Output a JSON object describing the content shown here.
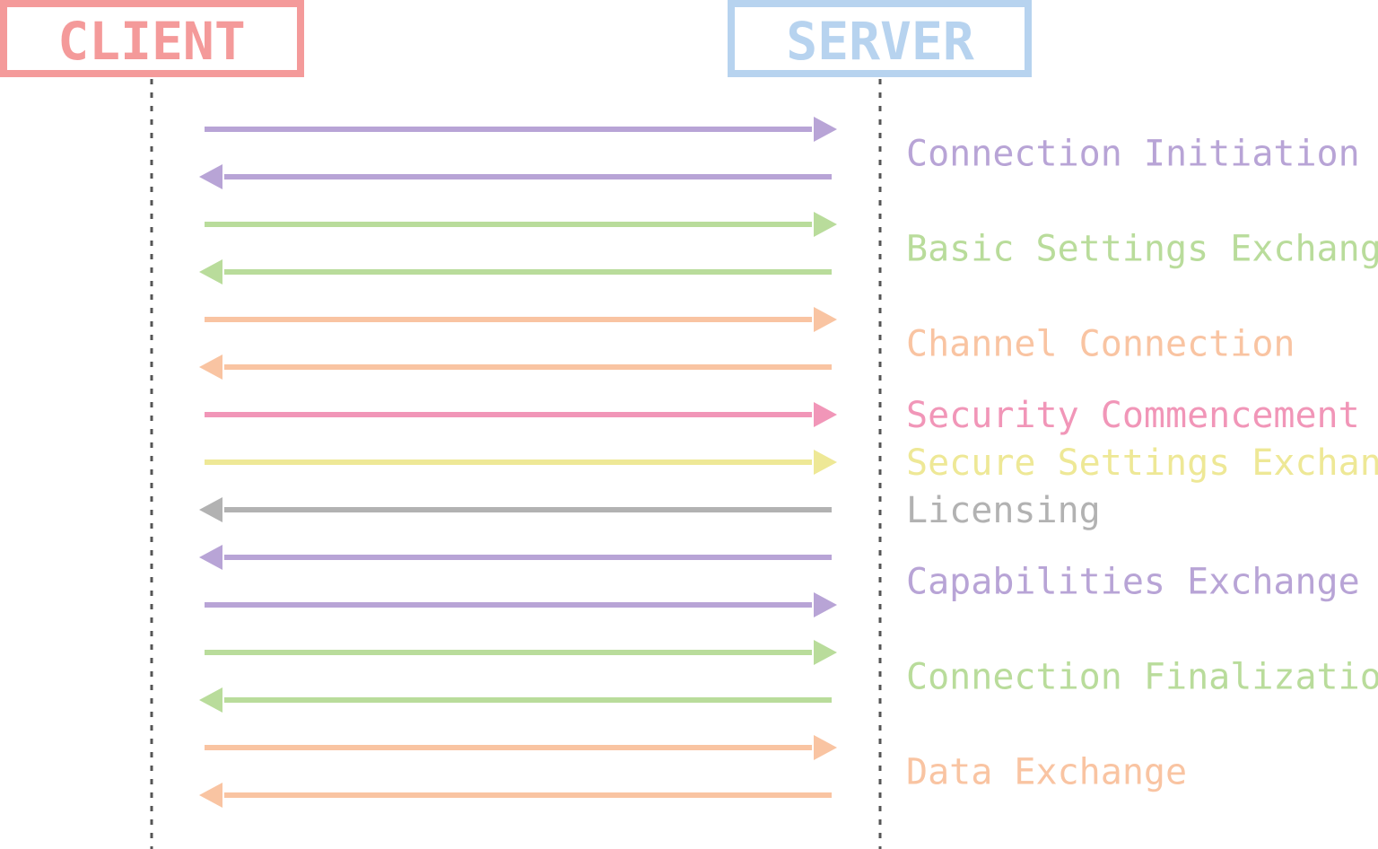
{
  "actors": {
    "client": {
      "label": "CLIENT",
      "color": "#f49a9a"
    },
    "server": {
      "label": "SERVER",
      "color": "#b7d3ef"
    }
  },
  "phases": [
    {
      "label": "Connection Initiation",
      "color": "#b8a4d6",
      "messages": [
        "client-to-server",
        "server-to-client"
      ]
    },
    {
      "label": "Basic Settings Exchange",
      "color": "#b9dc9b",
      "messages": [
        "client-to-server",
        "server-to-client"
      ]
    },
    {
      "label": "Channel Connection",
      "color": "#f9c4a2",
      "messages": [
        "client-to-server",
        "server-to-client"
      ]
    },
    {
      "label": "Security Commencement",
      "color": "#f196b8",
      "messages": [
        "client-to-server"
      ]
    },
    {
      "label": "Secure Settings Exchange",
      "color": "#eee896",
      "messages": [
        "client-to-server"
      ]
    },
    {
      "label": "Licensing",
      "color": "#b2b2b2",
      "messages": [
        "server-to-client"
      ]
    },
    {
      "label": "Capabilities Exchange",
      "color": "#b8a4d6",
      "messages": [
        "server-to-client",
        "client-to-server"
      ]
    },
    {
      "label": "Connection Finalization",
      "color": "#b9dc9b",
      "messages": [
        "client-to-server",
        "server-to-client"
      ]
    },
    {
      "label": "Data Exchange",
      "color": "#f9c4a2",
      "messages": [
        "client-to-server",
        "server-to-client"
      ]
    }
  ]
}
